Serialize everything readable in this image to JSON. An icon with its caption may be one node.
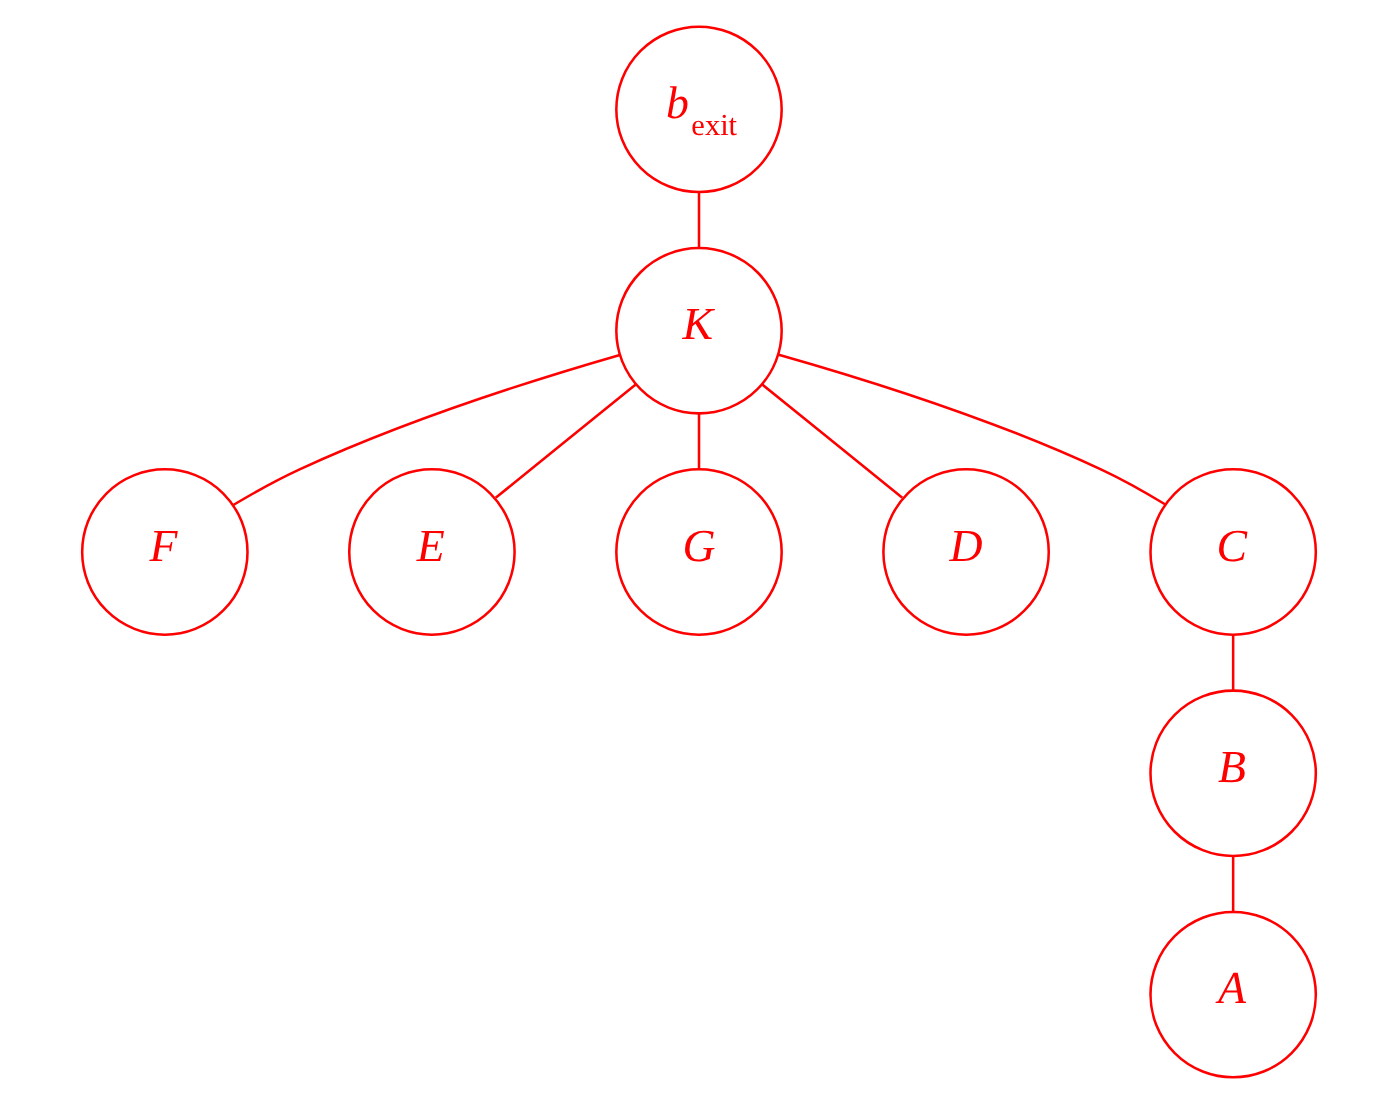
{
  "diagram": {
    "nodes": [
      {
        "text": [
          "b$_{exit}$"
        ]
      },
      {
        "text": [
          "K"
        ]
      },
      {
        "text": [
          "F"
        ]
      },
      {
        "text": [
          "E"
        ]
      },
      {
        "text": [
          "G"
        ]
      },
      {
        "text": [
          "D"
        ]
      },
      {
        "text": [
          "C"
        ]
      },
      {
        "text": [
          "B"
        ]
      },
      {
        "text": [
          "A"
        ]
      }
    ],
    "edges": [
      {
        "from": 0,
        "to": 1,
        "arrow": "none"
      },
      {
        "from": 1,
        "to": 2,
        "arrow": "none"
      },
      {
        "from": 1,
        "to": 3,
        "arrow": "none"
      },
      {
        "from": 1,
        "to": 4,
        "arrow": "none"
      },
      {
        "from": 1,
        "to": 5,
        "arrow": "none"
      },
      {
        "from": 1,
        "to": 6,
        "arrow": "none"
      },
      {
        "from": 6,
        "to": 7,
        "arrow": "none"
      },
      {
        "from": 7,
        "to": 8,
        "arrow": "none"
      }
    ]
  }
}
